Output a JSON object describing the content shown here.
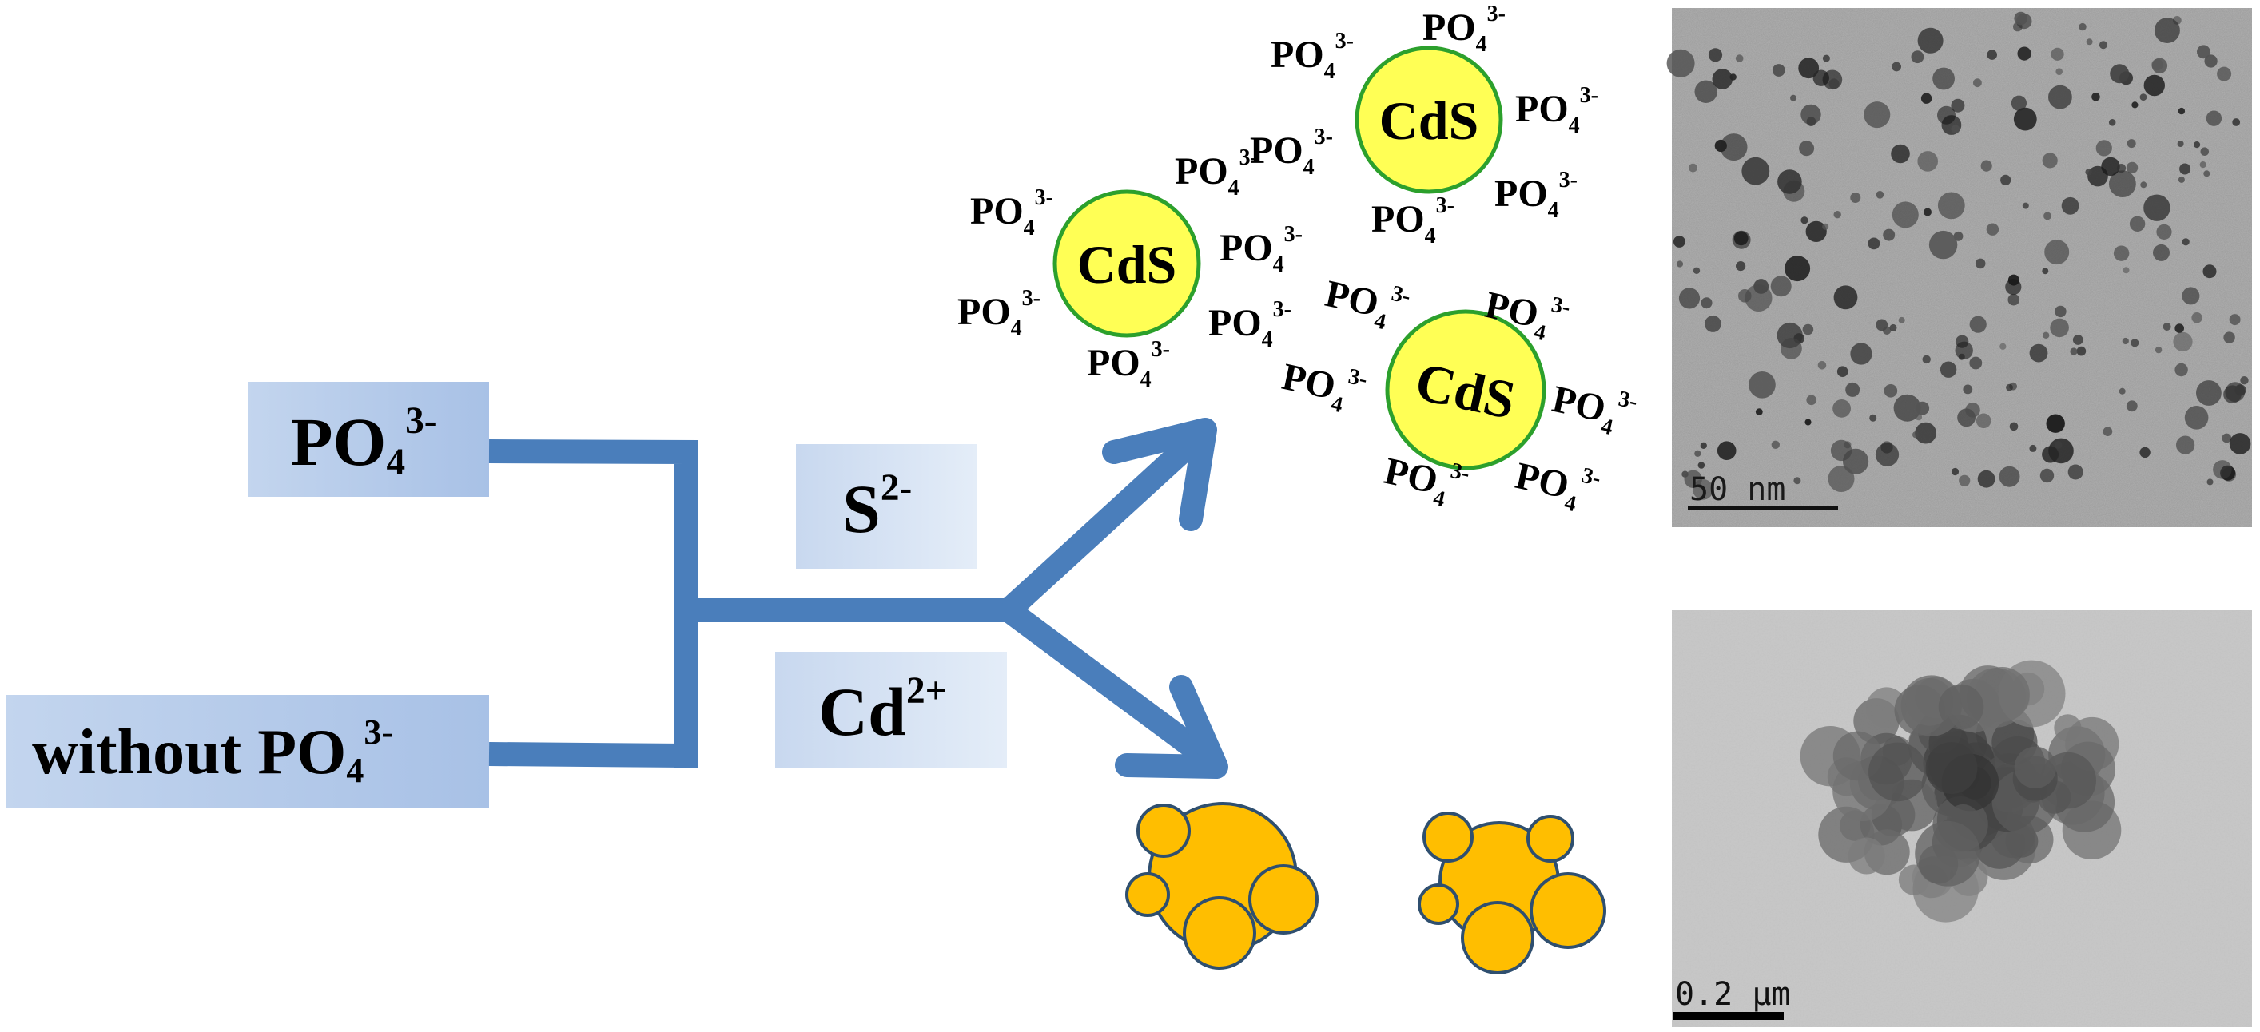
{
  "inputs": {
    "with_phosphate": {
      "base": "PO",
      "sub": "4",
      "sup": "3-"
    },
    "without_phosphate": {
      "prefix": "without ",
      "base": "PO",
      "sub": "4",
      "sup": "3-"
    }
  },
  "reagents": {
    "sulfide": {
      "base": "S",
      "sup": "2-"
    },
    "cadmium": {
      "base": "Cd",
      "sup": "2+"
    }
  },
  "nanoparticle": {
    "label": "CdS",
    "ligand": {
      "base": "PO",
      "sub": "4",
      "sup": "3-"
    }
  },
  "micrographs": {
    "top": {
      "scale_bar": "50 nm"
    },
    "bottom": {
      "scale_bar": "0.2 μm"
    }
  },
  "colors": {
    "arrow": "#4a7ebb",
    "box": "#b9cde9",
    "particle_fill": "#ffff55",
    "particle_stroke": "#2ca02c",
    "aggregate_fill": "#ffbe00",
    "aggregate_stroke": "#2f4f6f"
  }
}
